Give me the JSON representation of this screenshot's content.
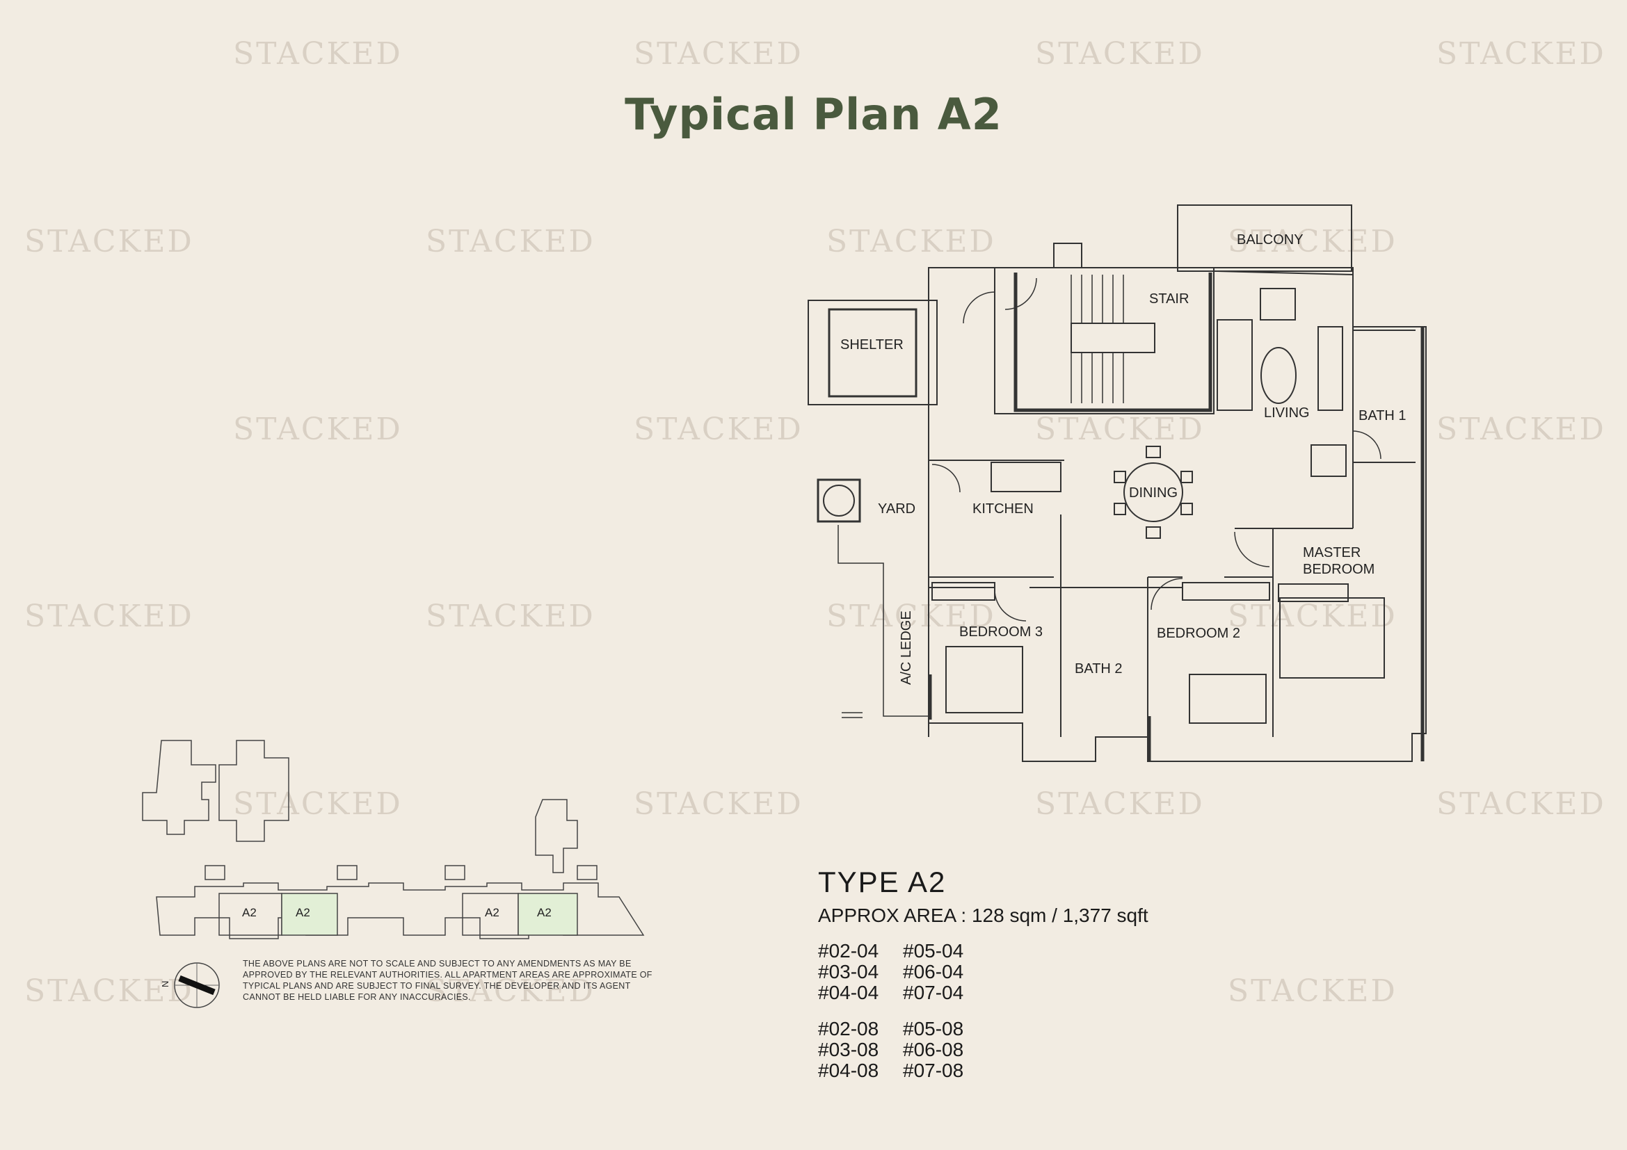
{
  "watermark": "STACKED",
  "title": "Typical Plan A2",
  "rooms": {
    "balcony": "BALCONY",
    "stair": "STAIR",
    "shelter": "SHELTER",
    "living": "LIVING",
    "bath1": "BATH 1",
    "dining": "DINING",
    "yard": "YARD",
    "kitchen": "KITCHEN",
    "master_bedroom_line1": "MASTER",
    "master_bedroom_line2": "BEDROOM",
    "ac_ledge": "A/C LEDGE",
    "bedroom3": "BEDROOM 3",
    "bedroom2": "BEDROOM 2",
    "bath2": "BATH 2"
  },
  "key_plan": {
    "labels": [
      "A2",
      "A2",
      "A2",
      "A2"
    ],
    "compass_label": "N"
  },
  "disclaimer": "The above plans are not to scale and subject to any amendments as may be approved by the relevant authorities. All apartment areas are approximate of typical plans and are subject to final survey. The developer and its agent cannot be held liable for any inaccuracies.",
  "unit_type": "TYPE A2",
  "area_text": "APPROX AREA : 128 sqm  /  1,377 sqft",
  "units_group1": [
    [
      "#02-04",
      "#05-04"
    ],
    [
      "#03-04",
      "#06-04"
    ],
    [
      "#04-04",
      "#07-04"
    ]
  ],
  "units_group2": [
    [
      "#02-08",
      "#05-08"
    ],
    [
      "#03-08",
      "#06-08"
    ],
    [
      "#04-08",
      "#07-08"
    ]
  ],
  "colors": {
    "background": "#f2ece2",
    "title": "#4a5a3e",
    "highlight_unit": "#e2efd6"
  }
}
